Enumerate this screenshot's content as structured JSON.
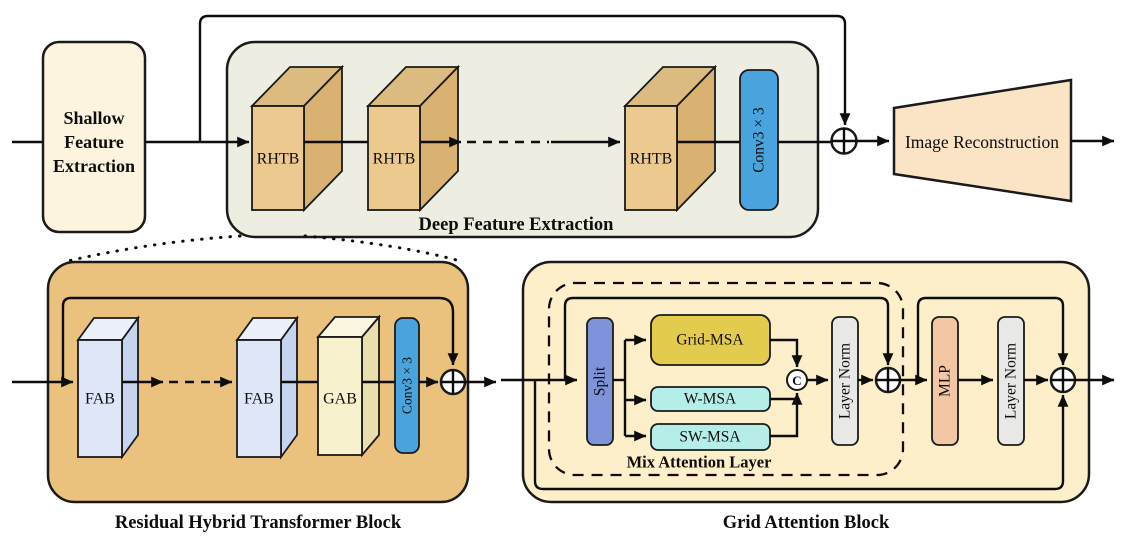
{
  "top": {
    "shallow": [
      "Shallow",
      "Feature",
      "Extraction"
    ],
    "deep_label": "Deep Feature Extraction",
    "rhtb": [
      "RHTB",
      "RHTB",
      "RHTB"
    ],
    "conv_label": "Conv3 × 3",
    "recon_label": "Image Reconstruction"
  },
  "rhtb_block": {
    "fab": [
      "FAB",
      "FAB"
    ],
    "gab_label": "GAB",
    "conv_label": "Conv3 × 3",
    "caption": "Residual Hybrid Transformer Block"
  },
  "gab_block": {
    "split_label": "Split",
    "grid_msa": "Grid-MSA",
    "w_msa": "W-MSA",
    "sw_msa": "SW-MSA",
    "concat_label": "C",
    "layer_norm": [
      "Layer Norm",
      "Layer Norm"
    ],
    "mlp_label": "MLP",
    "mix_label": "Mix Attention Layer",
    "caption": "Grid Attention Block"
  },
  "colors": {
    "shallow_cream": "#FCF4DF",
    "deep_sage": "#EDEEE1",
    "rhtb_front": "#ECC98E",
    "rhtb_top": "#DCBB81",
    "rhtb_side": "#D9B272",
    "conv_blue": "#49A3DC",
    "recon_peach": "#FBE3C6",
    "rhtb_block_bg": "#EBC17E",
    "fab_front": "#DEE7F7",
    "fab_top": "#EBF0FB",
    "fab_side": "#C7D4F0",
    "gab3d_front": "#F8F1CD",
    "gab3d_top": "#FBF6DF",
    "gab3d_side": "#E9DFAE",
    "gab_block_bg": "#FCEFC9",
    "split_blue": "#7E93D8",
    "grid_msa_yellow": "#E3CC4D",
    "msa_cyan": "#B5EEE9",
    "layer_norm_gray": "#E8E8E6",
    "mlp_peach": "#F3C6A4",
    "plus_fill": "#FFFFFF"
  }
}
